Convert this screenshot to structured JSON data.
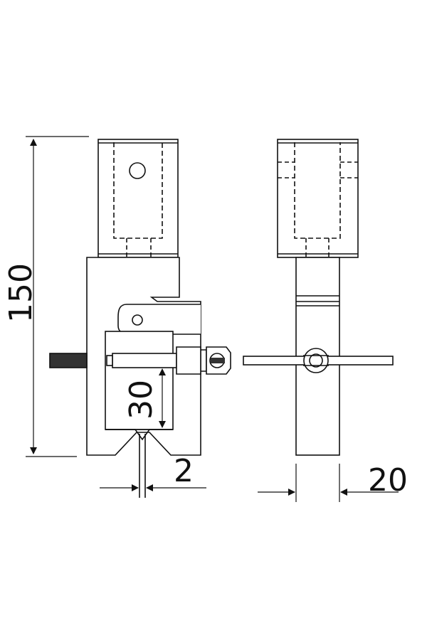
{
  "drawing": {
    "views": [
      "side-view",
      "front-view"
    ],
    "dimensions": {
      "overall_height": "150",
      "jaw_height": "30",
      "blade_gap": "2",
      "width": "20"
    }
  },
  "colors": {
    "line": "#111111",
    "background": "#ffffff",
    "screw": "#333333"
  }
}
